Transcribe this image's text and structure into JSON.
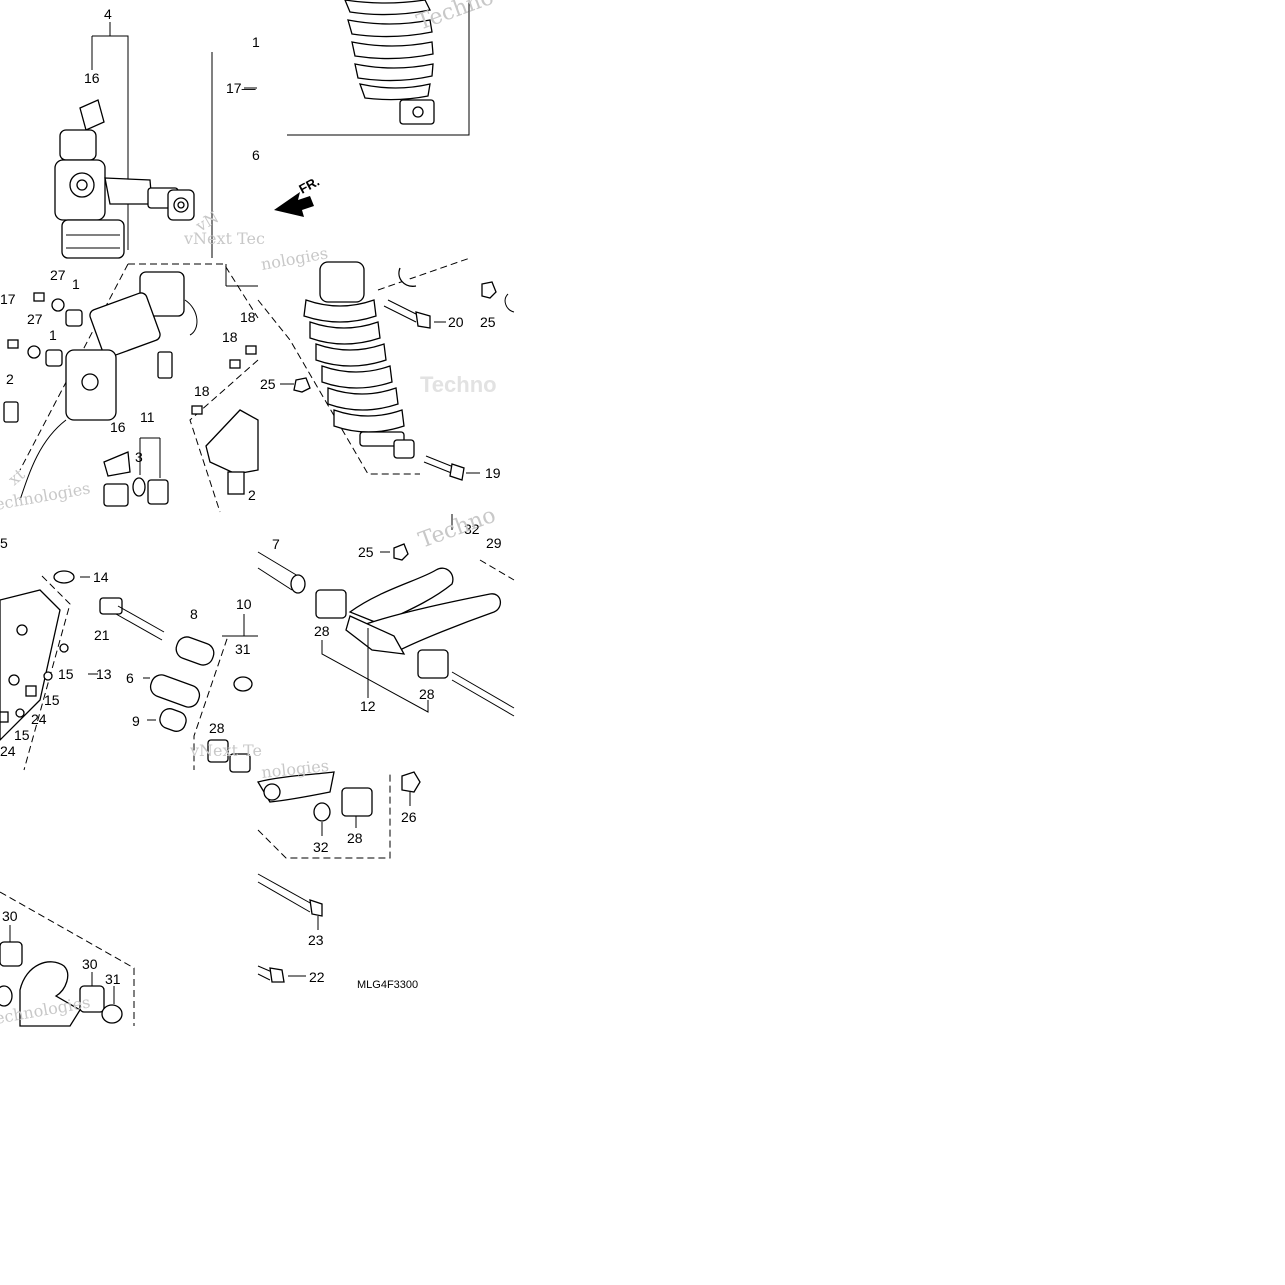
{
  "diagram": {
    "drawing_code": "MLG4F3300",
    "direction_label": "FR.",
    "watermarks": {
      "techno": "Techno",
      "vnext": "vNext",
      "vnext_tec": "vNext Tec",
      "vnext_te": "vNext Te",
      "nologies": "nologies",
      "technologies": "echnologies",
      "ext": "xt",
      "vn": "vN"
    },
    "callouts": {
      "c4": "4",
      "c16a": "16",
      "c1top": "1",
      "c17top": "17—",
      "c6top": "6",
      "c27a": "27",
      "c1a": "1",
      "c17b": "17",
      "c27b": "27",
      "c1b": "1",
      "c2": "2",
      "c18a": "18",
      "c18b": "18",
      "c18c": "18",
      "c16b": "16",
      "c11": "11",
      "c3": "3",
      "c2b": "2",
      "c20": "20",
      "c25a": "25",
      "c25b": "25",
      "c19": "19",
      "c5": "5",
      "c14": "14",
      "c21": "21",
      "c8": "8",
      "c10": "10",
      "c31a": "31",
      "c6": "6",
      "c13": "13",
      "c15a": "15",
      "c15b": "15",
      "c15c": "15",
      "c24a": "24",
      "c24b": "24",
      "c9": "9",
      "c28a": "28",
      "c7": "7",
      "c25c": "25",
      "c32a": "32",
      "c29": "29",
      "c28b": "28",
      "c28c": "28",
      "c12": "12",
      "c26": "26",
      "c32b": "32",
      "c28d": "28",
      "c23": "23",
      "c22": "22",
      "c30a": "30",
      "c30b": "30",
      "c31b": "31"
    }
  }
}
